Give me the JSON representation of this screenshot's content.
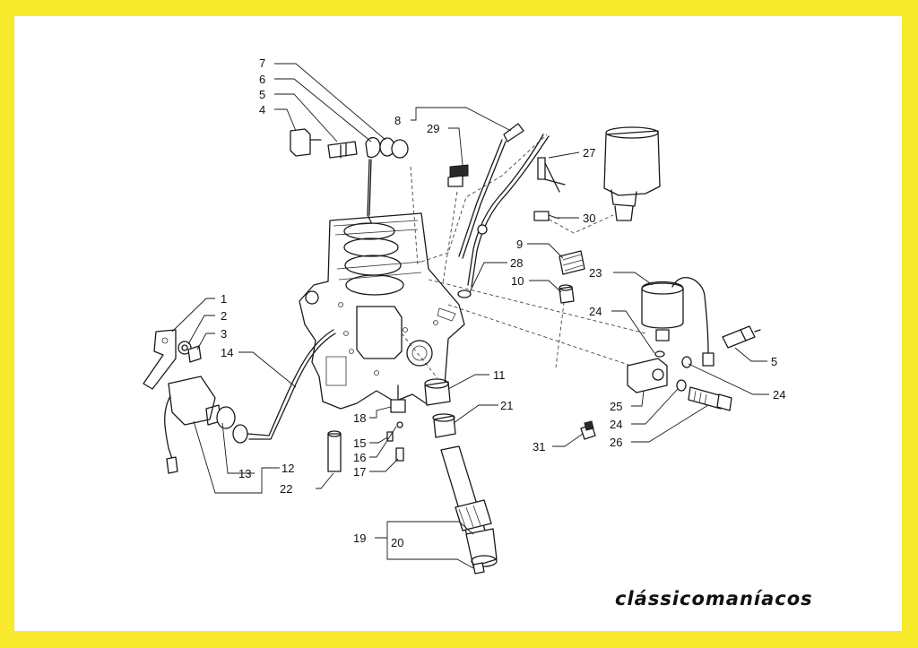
{
  "callouts": {
    "c1": "1",
    "c2": "2",
    "c3": "3",
    "c4": "4",
    "c5a": "5",
    "c5b": "5",
    "c6": "6",
    "c7": "7",
    "c8": "8",
    "c9": "9",
    "c10": "10",
    "c11": "11",
    "c12": "12",
    "c13": "13",
    "c14": "14",
    "c15": "15",
    "c16": "16",
    "c17": "17",
    "c18": "18",
    "c19": "19",
    "c20": "20",
    "c21": "21",
    "c22": "22",
    "c23": "23",
    "c24a": "24",
    "c24b": "24",
    "c24c": "24",
    "c25": "25",
    "c26": "26",
    "c27": "27",
    "c28": "28",
    "c29": "29",
    "c30": "30",
    "c31": "31"
  },
  "watermark": "clássicomaníacos"
}
